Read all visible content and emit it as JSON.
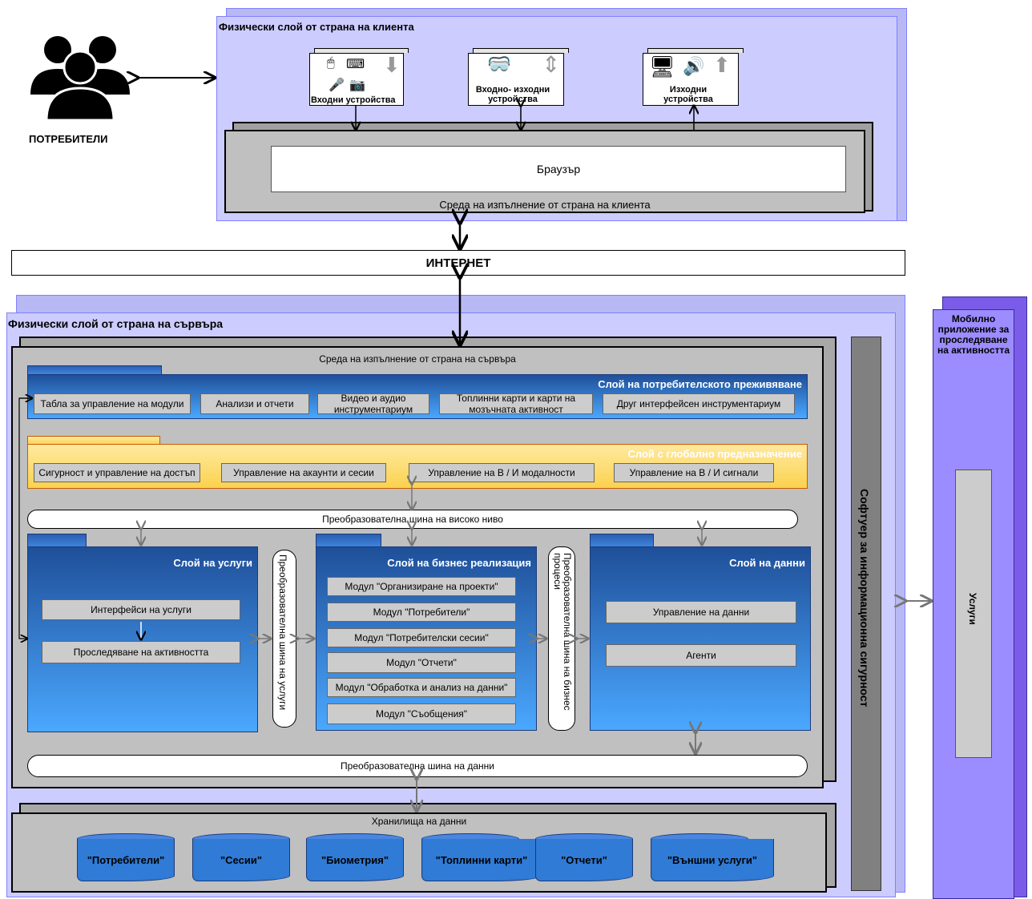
{
  "users": {
    "label": "ПОТРЕБИТЕЛИ"
  },
  "client_layer": {
    "title": "Физически слой от страна на клиента",
    "devices": {
      "input": "Входни устройства",
      "io": "Входно- изходни устройства",
      "output": "Изходни устройства"
    },
    "browser": "Браузър",
    "runtime": "Среда на изпълнение от страна на клиента"
  },
  "internet": "ИНТЕРНЕТ",
  "server_layer": {
    "title": "Физически слой от страна на сървъра",
    "runtime": "Среда на изпълнение от страна на сървъра",
    "ux_layer": {
      "title": "Слой на потребителското преживяване",
      "items": [
        "Табла за управление на модули",
        "Анализи и отчети",
        "Видео и аудио инструментариум",
        "Топлинни карти и карти на мозъчната активност",
        "Друг интерфейсен инструментариум"
      ]
    },
    "global_layer": {
      "title": "Слой с глобално предназначение",
      "items": [
        "Сигурност и управление на достъп",
        "Управление на акаунти и сесии",
        "Управление на В / И модалности",
        "Управление на В / И сигнали"
      ]
    },
    "high_bus": "Преобразователна шина на високо ниво",
    "services_layer": {
      "title": "Слой на услуги",
      "items": [
        "Интерфейси на услуги",
        "Проследяване на активността"
      ]
    },
    "services_bus": "Преобразователна шина на услуги",
    "business_layer": {
      "title": "Слой на бизнес реализация",
      "items": [
        "Модул \"Организиране на проекти\"",
        "Модул \"Потребители\"",
        "Модул \"Потребителски  сесии\"",
        "Модул  \"Отчети\"",
        "Модул \"Обработка и анализ на данни\"",
        "Модул \"Съобщения\""
      ]
    },
    "business_bus": "Преобразователна шина на бизнес процеси",
    "data_layer": {
      "title": "Слой на данни",
      "items": [
        "Управление на данни",
        "Агенти"
      ]
    },
    "data_bus": "Преобразователна шина на данни",
    "storage": {
      "title": "Хранилища на данни",
      "dbs": [
        "\"Потребители\"",
        "\"Сесии\"",
        "\"Биометрия\"",
        "\"Топлинни карти\"",
        "\"Отчети\"",
        "\"Външни услуги\""
      ]
    }
  },
  "security": "Софтуер за информационна сигурност",
  "mobile": {
    "title": "Мобилно приложение за проследяване на активността",
    "services": "Услуги"
  }
}
